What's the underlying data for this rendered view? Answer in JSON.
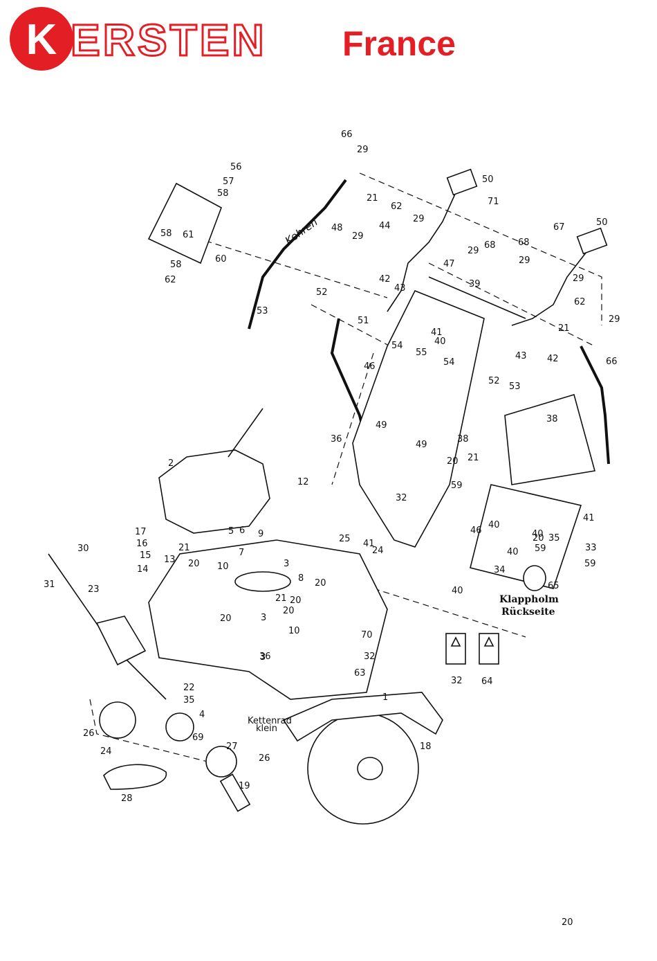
{
  "header": {
    "logo_letter": "K",
    "brand_rest": "ERSTEN",
    "country": "France",
    "brand_color": "#e31e24"
  },
  "diagram": {
    "captions": {
      "kehren": "Kehren",
      "klappholm_line1": "Klappholm",
      "klappholm_line2": "Rückseite",
      "kettenrad_line1": "Kettenrad",
      "kettenrad_line2": "klein"
    },
    "labels": [
      "66",
      "29",
      "56",
      "57",
      "58",
      "21",
      "50",
      "71",
      "62",
      "29",
      "61",
      "58",
      "44",
      "48",
      "29",
      "60",
      "58",
      "62",
      "47",
      "29",
      "68",
      "67",
      "50",
      "68",
      "29",
      "42",
      "43",
      "39",
      "52",
      "53",
      "41",
      "40",
      "51",
      "29",
      "62",
      "21",
      "29",
      "66",
      "54",
      "55",
      "54",
      "43",
      "42",
      "46",
      "52",
      "53",
      "38",
      "36",
      "49",
      "49",
      "38",
      "20",
      "21",
      "59",
      "32",
      "2",
      "12",
      "46",
      "40",
      "41",
      "17",
      "16",
      "15",
      "14",
      "13",
      "21",
      "20",
      "10",
      "5",
      "9",
      "6",
      "7",
      "8",
      "3",
      "20",
      "3",
      "30",
      "31",
      "23",
      "21",
      "20",
      "10",
      "20",
      "70",
      "32",
      "32",
      "64",
      "63",
      "1",
      "18",
      "22",
      "35",
      "4",
      "26",
      "24",
      "69",
      "27",
      "26",
      "19",
      "28",
      "25",
      "41",
      "24",
      "20",
      "20",
      "35",
      "40",
      "34",
      "65",
      "33",
      "59",
      "59",
      "40",
      "40",
      "36",
      "3",
      "20"
    ]
  }
}
